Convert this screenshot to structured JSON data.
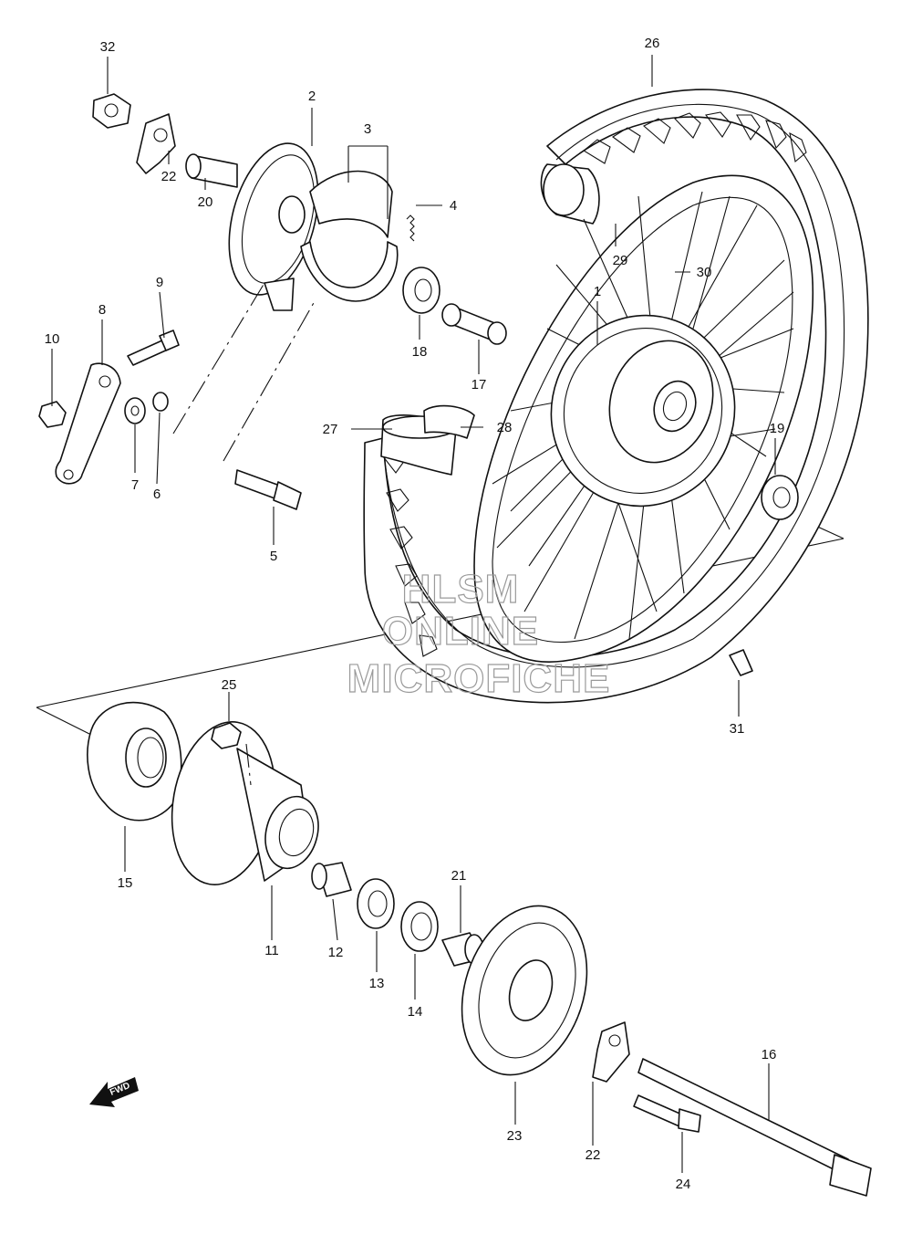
{
  "watermark": {
    "line1": "HLSM",
    "line2": "ONLINE",
    "line3": "MICROFICHE"
  },
  "direction_arrow": {
    "label": "FWD",
    "icon": "fwd-arrow-icon"
  },
  "callouts": {
    "c1": "1",
    "c2": "2",
    "c3": "3",
    "c4": "4",
    "c5": "5",
    "c6": "6",
    "c7": "7",
    "c8": "8",
    "c9": "9",
    "c10": "10",
    "c11": "11",
    "c12": "12",
    "c13": "13",
    "c14": "14",
    "c15": "15",
    "c16": "16",
    "c17": "17",
    "c18": "18",
    "c19": "19",
    "c20": "20",
    "c21": "21",
    "c22a": "22",
    "c22b": "22",
    "c23": "23",
    "c24": "24",
    "c25": "25",
    "c26": "26",
    "c27": "27",
    "c28": "28",
    "c29": "29",
    "c30": "30",
    "c31": "31",
    "c32": "32"
  }
}
